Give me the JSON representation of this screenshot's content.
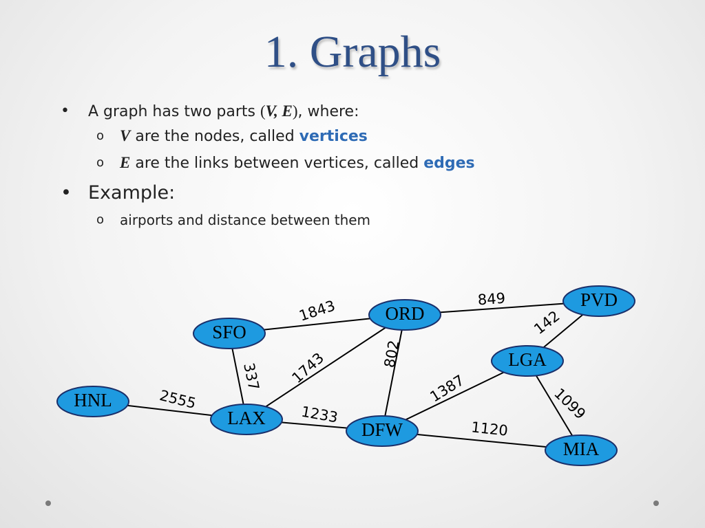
{
  "title": "1. Graphs",
  "bullets": {
    "b1_pre": "A graph has two parts ",
    "b1_open": "(",
    "b1_vars": "V, E",
    "b1_close": ")",
    "b1_post": ", where:",
    "v_symbol": "V",
    "v_text": " are the nodes, called ",
    "v_term": "vertices",
    "e_symbol": "E",
    "e_text": " are the links between vertices, called ",
    "e_term": "edges",
    "example": "Example",
    "example_colon": ":",
    "example_sub": "airports and distance between them",
    "bullet_mark": "•",
    "sub_mark": "o"
  },
  "graph": {
    "node_fill": "#1e9ae0",
    "node_stroke": "#1a2f6a",
    "nodes": [
      {
        "id": "SFO",
        "label": "SFO"
      },
      {
        "id": "ORD",
        "label": "ORD"
      },
      {
        "id": "PVD",
        "label": "PVD"
      },
      {
        "id": "LGA",
        "label": "LGA"
      },
      {
        "id": "HNL",
        "label": "HNL"
      },
      {
        "id": "LAX",
        "label": "LAX"
      },
      {
        "id": "DFW",
        "label": "DFW"
      },
      {
        "id": "MIA",
        "label": "MIA"
      }
    ],
    "edges": [
      {
        "from": "SFO",
        "to": "ORD",
        "weight": "1843"
      },
      {
        "from": "ORD",
        "to": "PVD",
        "weight": "849"
      },
      {
        "from": "PVD",
        "to": "LGA",
        "weight": "142"
      },
      {
        "from": "SFO",
        "to": "LAX",
        "weight": "337"
      },
      {
        "from": "LAX",
        "to": "ORD",
        "weight": "1743"
      },
      {
        "from": "ORD",
        "to": "DFW",
        "weight": "802"
      },
      {
        "from": "DFW",
        "to": "LGA",
        "weight": "1387"
      },
      {
        "from": "LGA",
        "to": "MIA",
        "weight": "1099"
      },
      {
        "from": "HNL",
        "to": "LAX",
        "weight": "2555"
      },
      {
        "from": "LAX",
        "to": "DFW",
        "weight": "1233"
      },
      {
        "from": "DFW",
        "to": "MIA",
        "weight": "1120"
      }
    ]
  }
}
